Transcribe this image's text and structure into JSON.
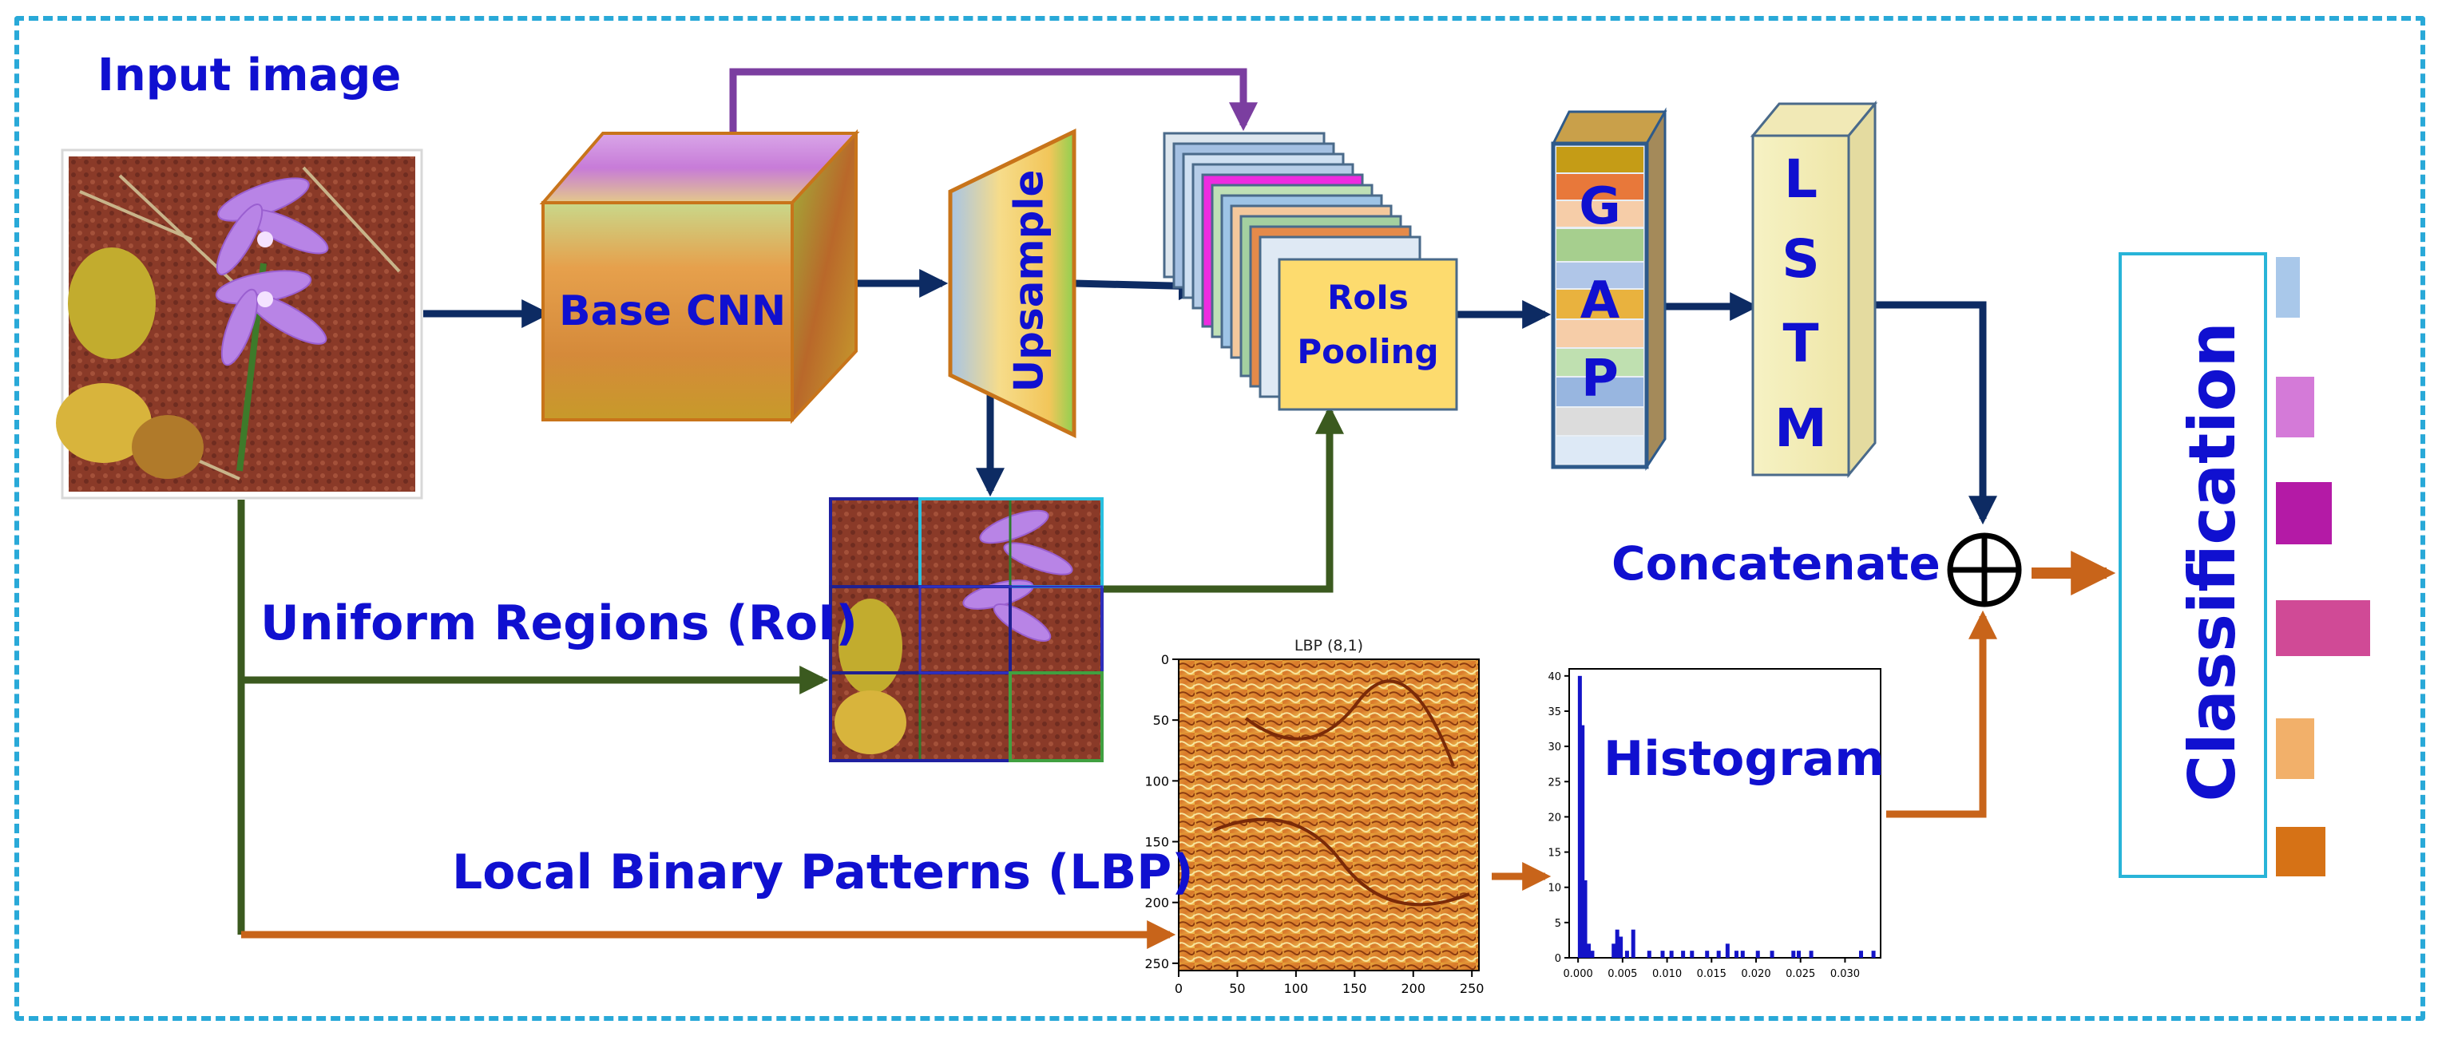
{
  "labels": {
    "input_image": "Input image",
    "base_cnn": "Base CNN",
    "upsample": "Upsample",
    "rois_line1": "RoIs",
    "rois_line2": "Pooling",
    "gap": [
      "G",
      "A",
      "P"
    ],
    "lstm": [
      "L",
      "S",
      "T",
      "M"
    ],
    "concatenate": "Concatenate",
    "classification": "Classification",
    "uniform_regions": "Uniform Regions (RoI)",
    "lbp": "Local Binary Patterns (LBP)",
    "histogram": "Histogram"
  },
  "lbp_plot": {
    "title": "LBP (8,1)",
    "y_ticks": [
      "0",
      "50",
      "100",
      "150",
      "200",
      "250"
    ],
    "x_ticks": [
      "0",
      "50",
      "100",
      "150",
      "200",
      "250"
    ]
  },
  "chart_data": {
    "type": "bar",
    "title": "",
    "xlabel": "",
    "ylabel": "",
    "x_ticks": [
      "0.000",
      "0.005",
      "0.010",
      "0.015",
      "0.020",
      "0.025",
      "0.030"
    ],
    "y_ticks": [
      "0",
      "5",
      "10",
      "15",
      "20",
      "25",
      "30",
      "35",
      "40"
    ],
    "xlim": [
      -0.001,
      0.034
    ],
    "ylim": [
      0,
      41
    ],
    "x": [
      0.0002,
      0.0005,
      0.0008,
      0.0012,
      0.0016,
      0.004,
      0.0044,
      0.0048,
      0.0055,
      0.0062,
      0.008,
      0.0095,
      0.0105,
      0.0118,
      0.0128,
      0.0145,
      0.0158,
      0.0168,
      0.0178,
      0.0185,
      0.0202,
      0.0218,
      0.0242,
      0.0248,
      0.0262,
      0.0318,
      0.0332
    ],
    "values": [
      40,
      33,
      11,
      2,
      1,
      2,
      4,
      3,
      1,
      4,
      1,
      1,
      1,
      1,
      1,
      1,
      1,
      2,
      1,
      1,
      1,
      1,
      1,
      1,
      1,
      1,
      1
    ]
  },
  "colors": {
    "frame": "#29a9d8",
    "label": "#1010d0",
    "arrow_navy": "#0d2b63",
    "arrow_purple": "#7b3ea0",
    "arrow_green": "#3b5a1f",
    "arrow_orange": "#c8641a"
  }
}
